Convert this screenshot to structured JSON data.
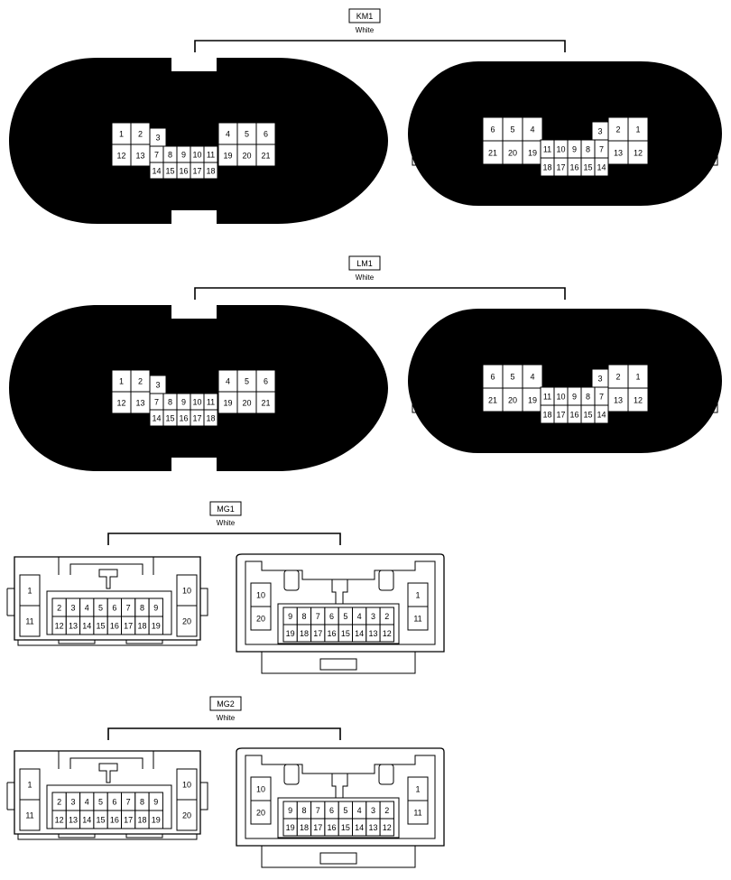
{
  "connectors": [
    {
      "id": "KM1",
      "label": "KM1",
      "color": "White",
      "type": "oval",
      "left_view": {
        "top_a": [
          "1",
          "2"
        ],
        "top_a3": "3",
        "top_b": [
          "4",
          "5",
          "6"
        ],
        "mid_a": [
          "12",
          "13"
        ],
        "mid_c": [
          "7",
          "8",
          "9",
          "10",
          "11"
        ],
        "mid_b": [
          "19",
          "20",
          "21"
        ],
        "bot": [
          "14",
          "15",
          "16",
          "17",
          "18"
        ]
      },
      "right_view": {
        "top_l": [
          "6",
          "5",
          "4"
        ],
        "top_r3": "3",
        "top_r": [
          "2",
          "1"
        ],
        "mid_l": [
          "21",
          "20",
          "19"
        ],
        "mid_c": [
          "11",
          "10",
          "9",
          "8",
          "7"
        ],
        "mid_r": [
          "13",
          "12"
        ],
        "bot": [
          "18",
          "17",
          "16",
          "15",
          "14"
        ]
      }
    },
    {
      "id": "LM1",
      "label": "LM1",
      "color": "White",
      "type": "oval",
      "left_view": {
        "top_a": [
          "1",
          "2"
        ],
        "top_a3": "3",
        "top_b": [
          "4",
          "5",
          "6"
        ],
        "mid_a": [
          "12",
          "13"
        ],
        "mid_c": [
          "7",
          "8",
          "9",
          "10",
          "11"
        ],
        "mid_b": [
          "19",
          "20",
          "21"
        ],
        "bot": [
          "14",
          "15",
          "16",
          "17",
          "18"
        ]
      },
      "right_view": {
        "top_l": [
          "6",
          "5",
          "4"
        ],
        "top_r3": "3",
        "top_r": [
          "2",
          "1"
        ],
        "mid_l": [
          "21",
          "20",
          "19"
        ],
        "mid_c": [
          "11",
          "10",
          "9",
          "8",
          "7"
        ],
        "mid_r": [
          "13",
          "12"
        ],
        "bot": [
          "18",
          "17",
          "16",
          "15",
          "14"
        ]
      }
    },
    {
      "id": "MG1",
      "label": "MG1",
      "color": "White",
      "type": "rect",
      "left_view": {
        "side_l": [
          "1",
          "11"
        ],
        "top": [
          "2",
          "3",
          "4",
          "5",
          "6",
          "7",
          "8",
          "9"
        ],
        "bot": [
          "12",
          "13",
          "14",
          "15",
          "16",
          "17",
          "18",
          "19"
        ],
        "side_r": [
          "10",
          "20"
        ]
      },
      "right_view": {
        "side_l": [
          "10",
          "20"
        ],
        "top": [
          "9",
          "8",
          "7",
          "6",
          "5",
          "4",
          "3",
          "2"
        ],
        "bot": [
          "19",
          "18",
          "17",
          "16",
          "15",
          "14",
          "13",
          "12"
        ],
        "side_r": [
          "1",
          "11"
        ]
      }
    },
    {
      "id": "MG2",
      "label": "MG2",
      "color": "White",
      "type": "rect",
      "left_view": {
        "side_l": [
          "1",
          "11"
        ],
        "top": [
          "2",
          "3",
          "4",
          "5",
          "6",
          "7",
          "8",
          "9"
        ],
        "bot": [
          "12",
          "13",
          "14",
          "15",
          "16",
          "17",
          "18",
          "19"
        ],
        "side_r": [
          "10",
          "20"
        ]
      },
      "right_view": {
        "side_l": [
          "10",
          "20"
        ],
        "top": [
          "9",
          "8",
          "7",
          "6",
          "5",
          "4",
          "3",
          "2"
        ],
        "bot": [
          "19",
          "18",
          "17",
          "16",
          "15",
          "14",
          "13",
          "12"
        ],
        "side_r": [
          "1",
          "11"
        ]
      }
    }
  ]
}
